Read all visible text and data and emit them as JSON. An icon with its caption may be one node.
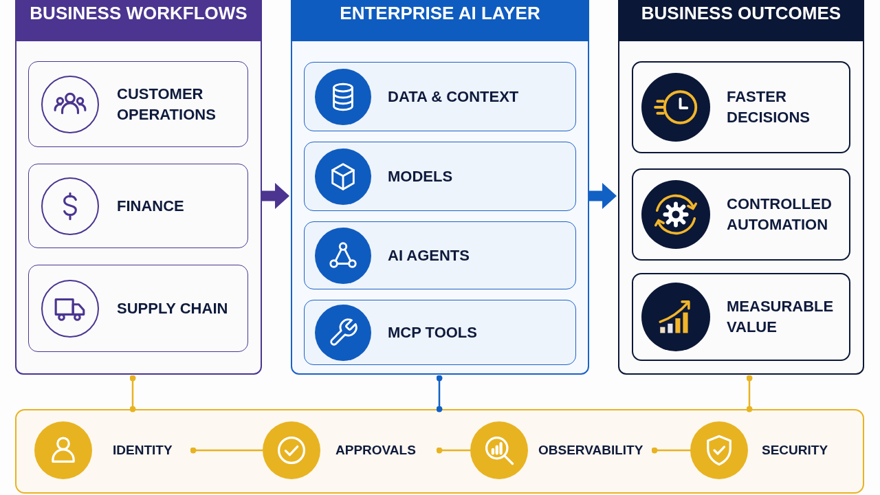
{
  "diagram": {
    "nodes": [
      {
        "text": [
          "BUSINESS WORKFLOWS"
        ]
      },
      {
        "text": [
          "CUSTOMER OPERATIONS"
        ],
        "in": 0
      },
      {
        "text": [
          "FINANCE"
        ],
        "in": 0
      },
      {
        "text": [
          "SUPPLY CHAIN"
        ],
        "in": 0
      },
      {
        "text": [
          "ENTERPRISE AI LAYER"
        ]
      },
      {
        "text": [
          "DATA & CONTEXT"
        ],
        "in": 4
      },
      {
        "text": [
          "MODELS"
        ],
        "in": 4
      },
      {
        "text": [
          "AI AGENTS"
        ],
        "in": 4
      },
      {
        "text": [
          "MCP TOOLS"
        ],
        "in": 4
      },
      {
        "text": [
          "BUSINESS OUTCOMES"
        ]
      },
      {
        "text": [
          "FASTER DECISIONS"
        ],
        "in": 9
      },
      {
        "text": [
          "CONTROLLED AUTOMATION"
        ],
        "in": 9
      },
      {
        "text": [
          "MEASURABLE VALUE"
        ],
        "in": 9
      },
      {
        "text": [],
        "shape": "box"
      },
      {
        "text": [
          "IDENTITY"
        ],
        "in": 13
      },
      {
        "text": [
          "APPROVALS"
        ],
        "in": 13
      },
      {
        "text": [
          "OBSERVABILITY"
        ],
        "in": 13
      },
      {
        "text": [
          "SECURITY"
        ],
        "in": 13
      }
    ],
    "edges": [
      {
        "from": 0,
        "to": 4,
        "arrow": "to",
        "style": "thick",
        "color": "#4b3590"
      },
      {
        "from": 4,
        "to": 9,
        "arrow": "to",
        "style": "thick",
        "color": "#1160c4"
      },
      {
        "from": 0,
        "to": 13,
        "arrow": "other"
      },
      {
        "from": 4,
        "to": 13,
        "arrow": "other",
        "color": "#1160c4"
      },
      {
        "from": 9,
        "to": 13,
        "arrow": "other"
      },
      {
        "from": 14,
        "to": 15,
        "arrow": "other"
      },
      {
        "from": 15,
        "to": 16,
        "arrow": "other"
      },
      {
        "from": 16,
        "to": 17,
        "arrow": "other"
      }
    ]
  }
}
